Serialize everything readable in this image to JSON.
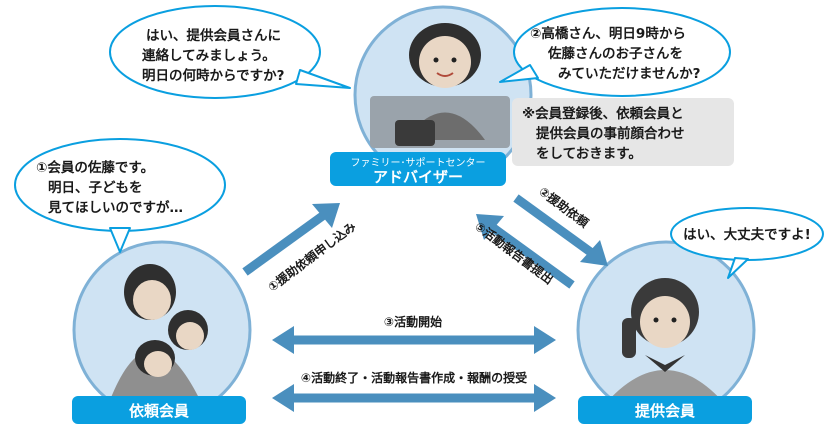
{
  "colors": {
    "circle_fill": "#cfe3f3",
    "circle_stroke": "#7fb1d6",
    "label_fill": "#0a9fe0",
    "arrow": "#4a8fbe",
    "note_bg": "#e6e6e6",
    "bubble_stroke": "#0a9fe0"
  },
  "advisor": {
    "label_small": "ファミリー･サポートセンター",
    "label_main": "アドバイザー"
  },
  "requester": {
    "label": "依頼会員"
  },
  "provider": {
    "label": "提供会員"
  },
  "bubbles": {
    "advisor_reply": [
      "はい、提供会員さんに",
      "連絡してみましょう。",
      "明日の何時からですか?"
    ],
    "advisor_ask": [
      "②高橋さん、明日9時から",
      "佐藤さんのお子さんを",
      "みていただけませんか?"
    ],
    "requester": [
      "①会員の佐藤です。",
      "明日、子どもを",
      "見てほしいのですが…"
    ],
    "provider": [
      "はい、大丈夫ですよ!"
    ]
  },
  "note": [
    "※会員登録後、依頼会員と",
    "提供会員の事前顔合わせ",
    "をしておきます。"
  ],
  "flows": {
    "step1": "①援助依頼申し込み",
    "step2": "②援助依頼",
    "step5": "⑤活動報告書提出",
    "step3": "③活動開始",
    "step4": "④活動終了・活動報告書作成・報酬の授受"
  }
}
